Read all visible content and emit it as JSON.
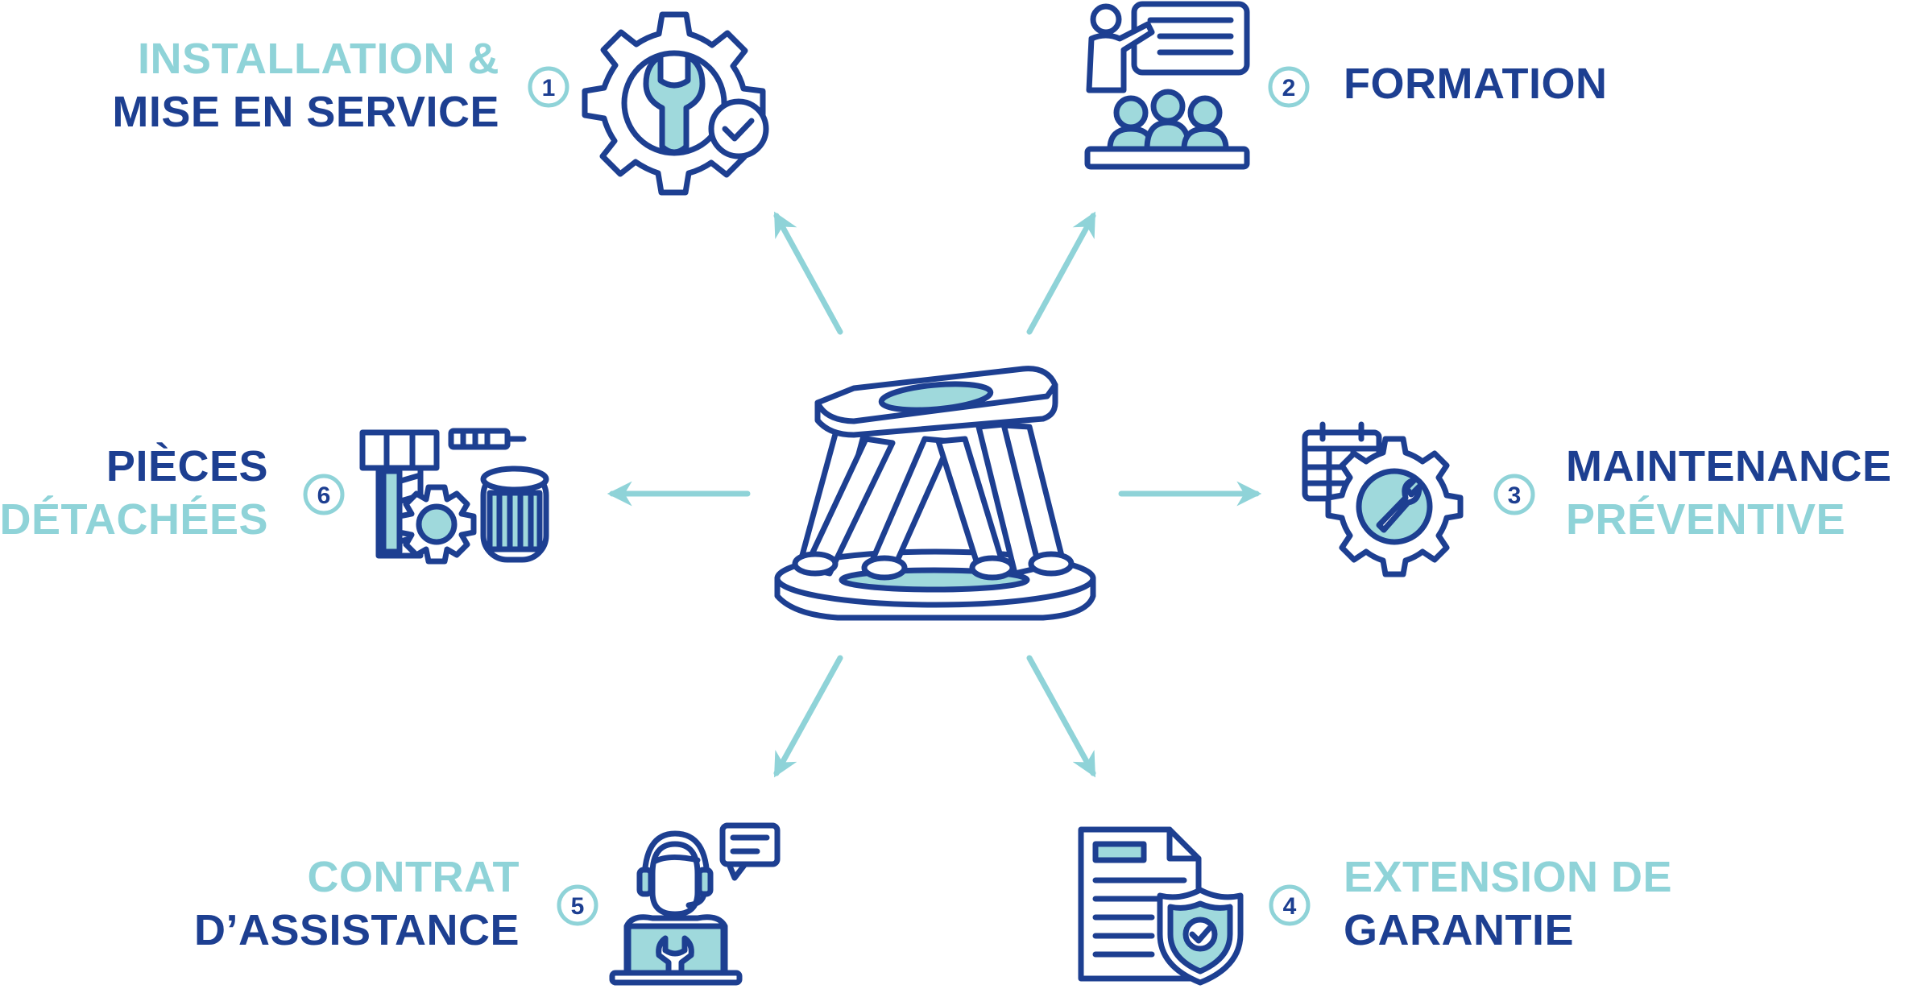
{
  "colors": {
    "navy": "#1d3f91",
    "teal": "#8fd3d8",
    "teal_fill": "#9fd9dc",
    "white": "#ffffff"
  },
  "center": {
    "icon": "hexapod-platform-icon"
  },
  "services": [
    {
      "number": "1",
      "line1": "INSTALLATION &",
      "line2": "MISE EN SERVICE",
      "line1_style": "light",
      "line2_style": "dark",
      "icon": "gear-wrench-check-icon"
    },
    {
      "number": "2",
      "line1": "FORMATION",
      "line2": "",
      "line1_style": "dark",
      "line2_style": "dark",
      "icon": "classroom-presentation-icon"
    },
    {
      "number": "3",
      "line1": "MAINTENANCE",
      "line2": "PRÉVENTIVE",
      "line1_style": "dark",
      "line2_style": "light",
      "icon": "calendar-gear-icon"
    },
    {
      "number": "4",
      "line1": "EXTENSION DE",
      "line2": "GARANTIE",
      "line1_style": "light",
      "line2_style": "dark",
      "icon": "document-shield-icon"
    },
    {
      "number": "5",
      "line1": "CONTRAT",
      "line2": "D’ASSISTANCE",
      "line1_style": "light",
      "line2_style": "dark",
      "icon": "support-agent-icon"
    },
    {
      "number": "6",
      "line1": "PIÈCES",
      "line2": "DÉTACHÉES",
      "line1_style": "dark",
      "line2_style": "light",
      "icon": "spare-parts-icon"
    }
  ]
}
